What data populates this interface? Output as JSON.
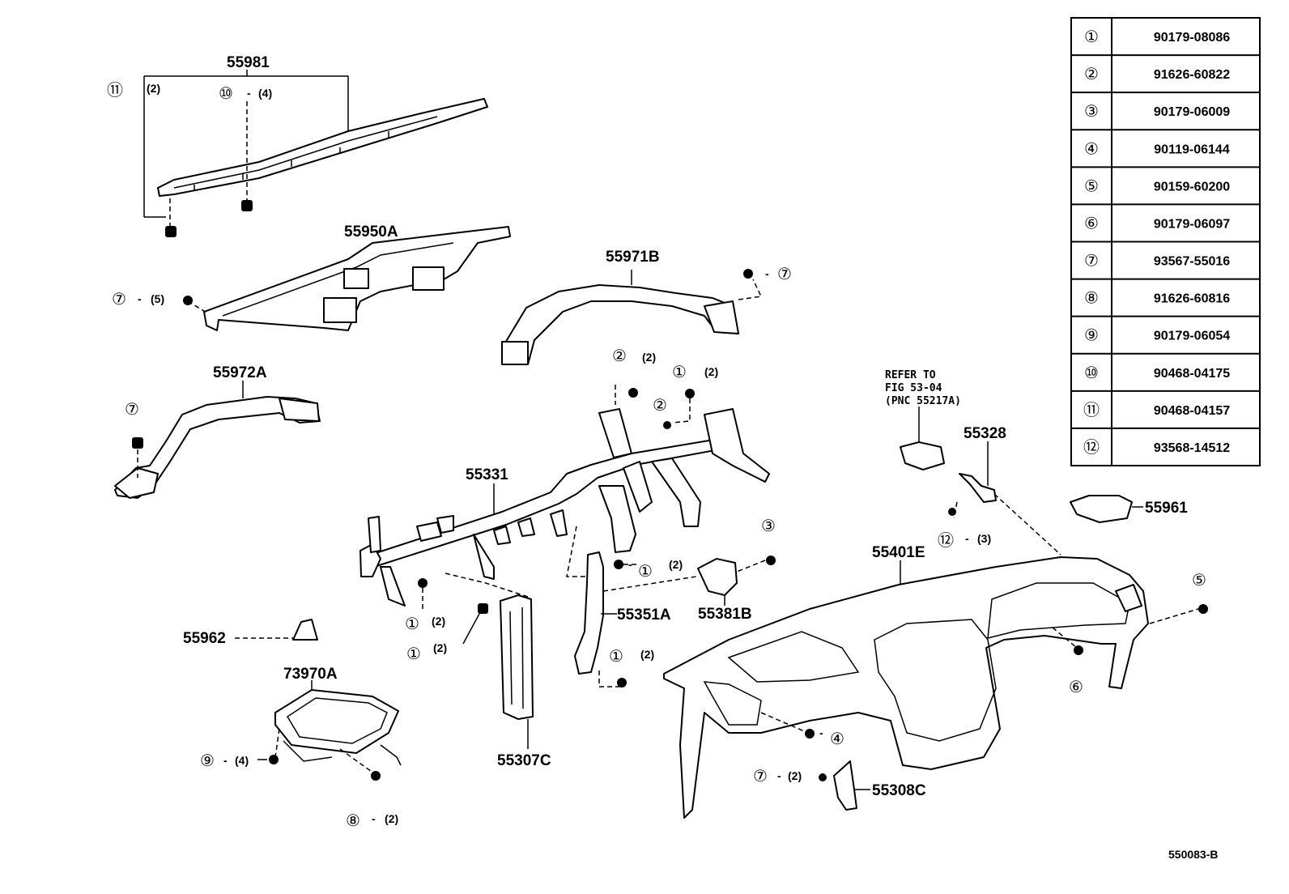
{
  "diagram_id": "550083-B",
  "parts_table": [
    {
      "ref": "①",
      "part": "90179-08086"
    },
    {
      "ref": "②",
      "part": "91626-60822"
    },
    {
      "ref": "③",
      "part": "90179-06009"
    },
    {
      "ref": "④",
      "part": "90119-06144"
    },
    {
      "ref": "⑤",
      "part": "90159-60200"
    },
    {
      "ref": "⑥",
      "part": "90179-06097"
    },
    {
      "ref": "⑦",
      "part": "93567-55016"
    },
    {
      "ref": "⑧",
      "part": "91626-60816"
    },
    {
      "ref": "⑨",
      "part": "90179-06054"
    },
    {
      "ref": "⑩",
      "part": "90468-04175"
    },
    {
      "ref": "⑪",
      "part": "90468-04157"
    },
    {
      "ref": "⑫",
      "part": "93568-14512"
    }
  ],
  "labels": {
    "p55981": "55981",
    "p55950A": "55950A",
    "p55971B": "55971B",
    "p55972A": "55972A",
    "p55331": "55331",
    "p55351A": "55351A",
    "p55381B": "55381B",
    "p55962": "55962",
    "p73970A": "73970A",
    "p55307C": "55307C",
    "p55328": "55328",
    "p55961": "55961",
    "p55401E": "55401E",
    "p55308C": "55308C"
  },
  "refer_note": [
    "REFER TO",
    "FIG 53-04",
    "(PNC 55217A)"
  ],
  "callouts": {
    "c11": {
      "circle": "⑪",
      "qty": "(2)"
    },
    "c10": {
      "circle": "⑩",
      "qty": "(4)"
    },
    "c7a": {
      "circle": "⑦",
      "qty": "(5)"
    },
    "c7b": {
      "circle": "⑦",
      "qty": ""
    },
    "c7c": {
      "circle": "⑦",
      "qty": ""
    },
    "c2a": {
      "circle": "②",
      "qty": "(2)"
    },
    "c1a": {
      "circle": "①",
      "qty": "(2)"
    },
    "c2b": {
      "circle": "②",
      "qty": ""
    },
    "c1b": {
      "circle": "①",
      "qty": "(2)"
    },
    "c3": {
      "circle": "③",
      "qty": ""
    },
    "c1c": {
      "circle": "①",
      "qty": "(2)"
    },
    "c1d": {
      "circle": "①",
      "qty": "(2)"
    },
    "c1e": {
      "circle": "①",
      "qty": "(2)"
    },
    "c12": {
      "circle": "⑫",
      "qty": "(3)"
    },
    "c5": {
      "circle": "⑤",
      "qty": ""
    },
    "c6": {
      "circle": "⑥",
      "qty": ""
    },
    "c4": {
      "circle": "④",
      "qty": ""
    },
    "c7d": {
      "circle": "⑦",
      "qty": "(2)"
    },
    "c9": {
      "circle": "⑨",
      "qty": "(4)"
    },
    "c8": {
      "circle": "⑧",
      "qty": "(2)"
    }
  }
}
